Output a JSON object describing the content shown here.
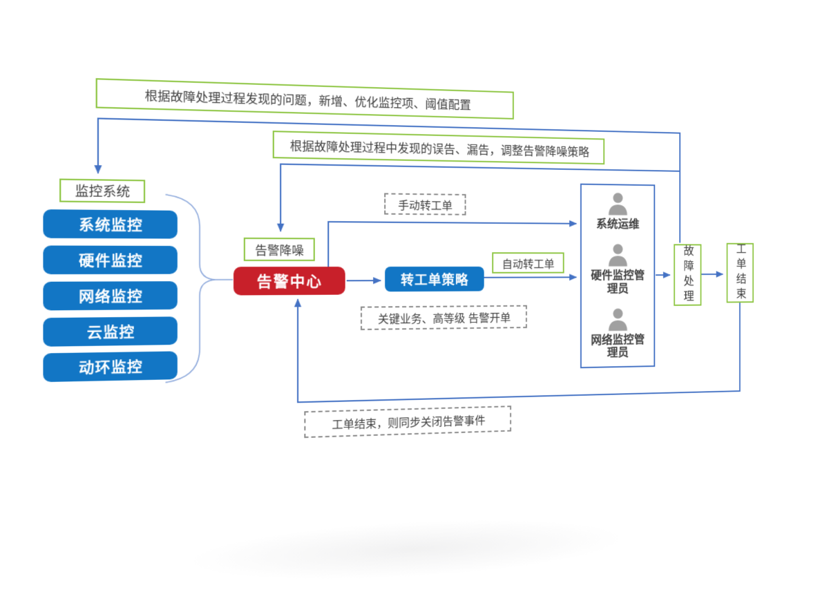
{
  "annotations": {
    "optimize_monitoring": "根据故障处理过程发现的问题，新增、优化监控项、阈值配置",
    "adjust_noise": "根据故障处理过程中发现的误告、漏告，调整告警降噪策略",
    "manual_ticket": "手动转工单",
    "auto_ticket": "自动转工单",
    "key_business": "关键业务、高等级 告警开单",
    "close_alert": "工单结束，则同步关闭告警事件"
  },
  "monitoring": {
    "title": "监控系统",
    "systems": [
      "系统监控",
      "硬件监控",
      "网络监控",
      "云监控",
      "动环监控"
    ]
  },
  "center": {
    "alert_noise": "告警降噪",
    "alert_center": "告警中心",
    "ticket_policy": "转工单策略"
  },
  "operators": {
    "items": [
      {
        "label": "系统运维"
      },
      {
        "label": "硬件监控管理员"
      },
      {
        "label": "网络监控管理员"
      }
    ]
  },
  "process": {
    "fault_handling": "故障处理",
    "ticket_close": "工单结束"
  },
  "colors": {
    "node_blue": "#1276c5",
    "node_red": "#c8202a",
    "green_border": "#8fc645",
    "wire_blue": "#4472c4",
    "brace_blue": "#8faadc",
    "dash_gray": "#8c8c8c",
    "person_gray": "#a0a0a0"
  }
}
